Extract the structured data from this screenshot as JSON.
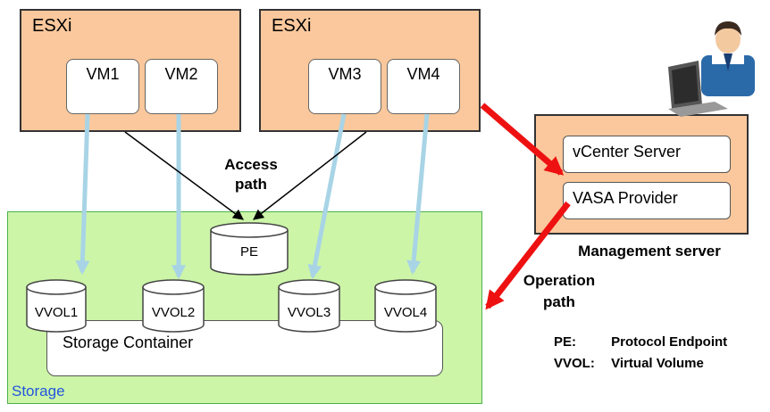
{
  "hosts": [
    {
      "label": "ESXi",
      "vms": [
        "VM1",
        "VM2"
      ]
    },
    {
      "label": "ESXi",
      "vms": [
        "VM3",
        "VM4"
      ]
    }
  ],
  "storage": {
    "label": "Storage",
    "container_label": "Storage Container",
    "pe_label": "PE",
    "vvols": [
      "VVOL1",
      "VVOL2",
      "VVOL3",
      "VVOL4"
    ]
  },
  "management": {
    "vcenter": "vCenter Server",
    "vasa": "VASA Provider",
    "caption": "Management server"
  },
  "paths": {
    "access_line1": "Access",
    "access_line2": "path",
    "operation_line1": "Operation",
    "operation_line2": "path"
  },
  "legend": [
    {
      "term": "PE:",
      "definition": "Protocol Endpoint"
    },
    {
      "term": "VVOL:",
      "definition": "Virtual Volume"
    }
  ],
  "colors": {
    "host_fill": "#fac89c",
    "storage_fill": "#ccf5a8",
    "io_arrow": "#a8d4e6",
    "operation_arrow": "#ee1111"
  },
  "icons": [
    "admin-person-laptop-icon"
  ]
}
